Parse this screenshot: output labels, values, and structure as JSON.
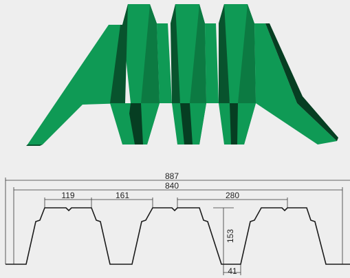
{
  "illustration": {
    "subject": "trapezoidal-profiled-metal-deck-sheet",
    "colors": {
      "face": "#0f9a55",
      "face_light": "#18ad63",
      "side_dark": "#08532d",
      "side_mid": "#0c7a42",
      "side_deep": "#063e22"
    }
  },
  "drawing": {
    "line_color": "#1a1a1a",
    "dimension_color": "#333333",
    "dimensions": {
      "overall_width": "887",
      "effective_width": "840",
      "crest_width": "119",
      "rib_opening": "161",
      "rib_pitch": "280",
      "rib_height": "153",
      "valley_width": "41"
    }
  }
}
